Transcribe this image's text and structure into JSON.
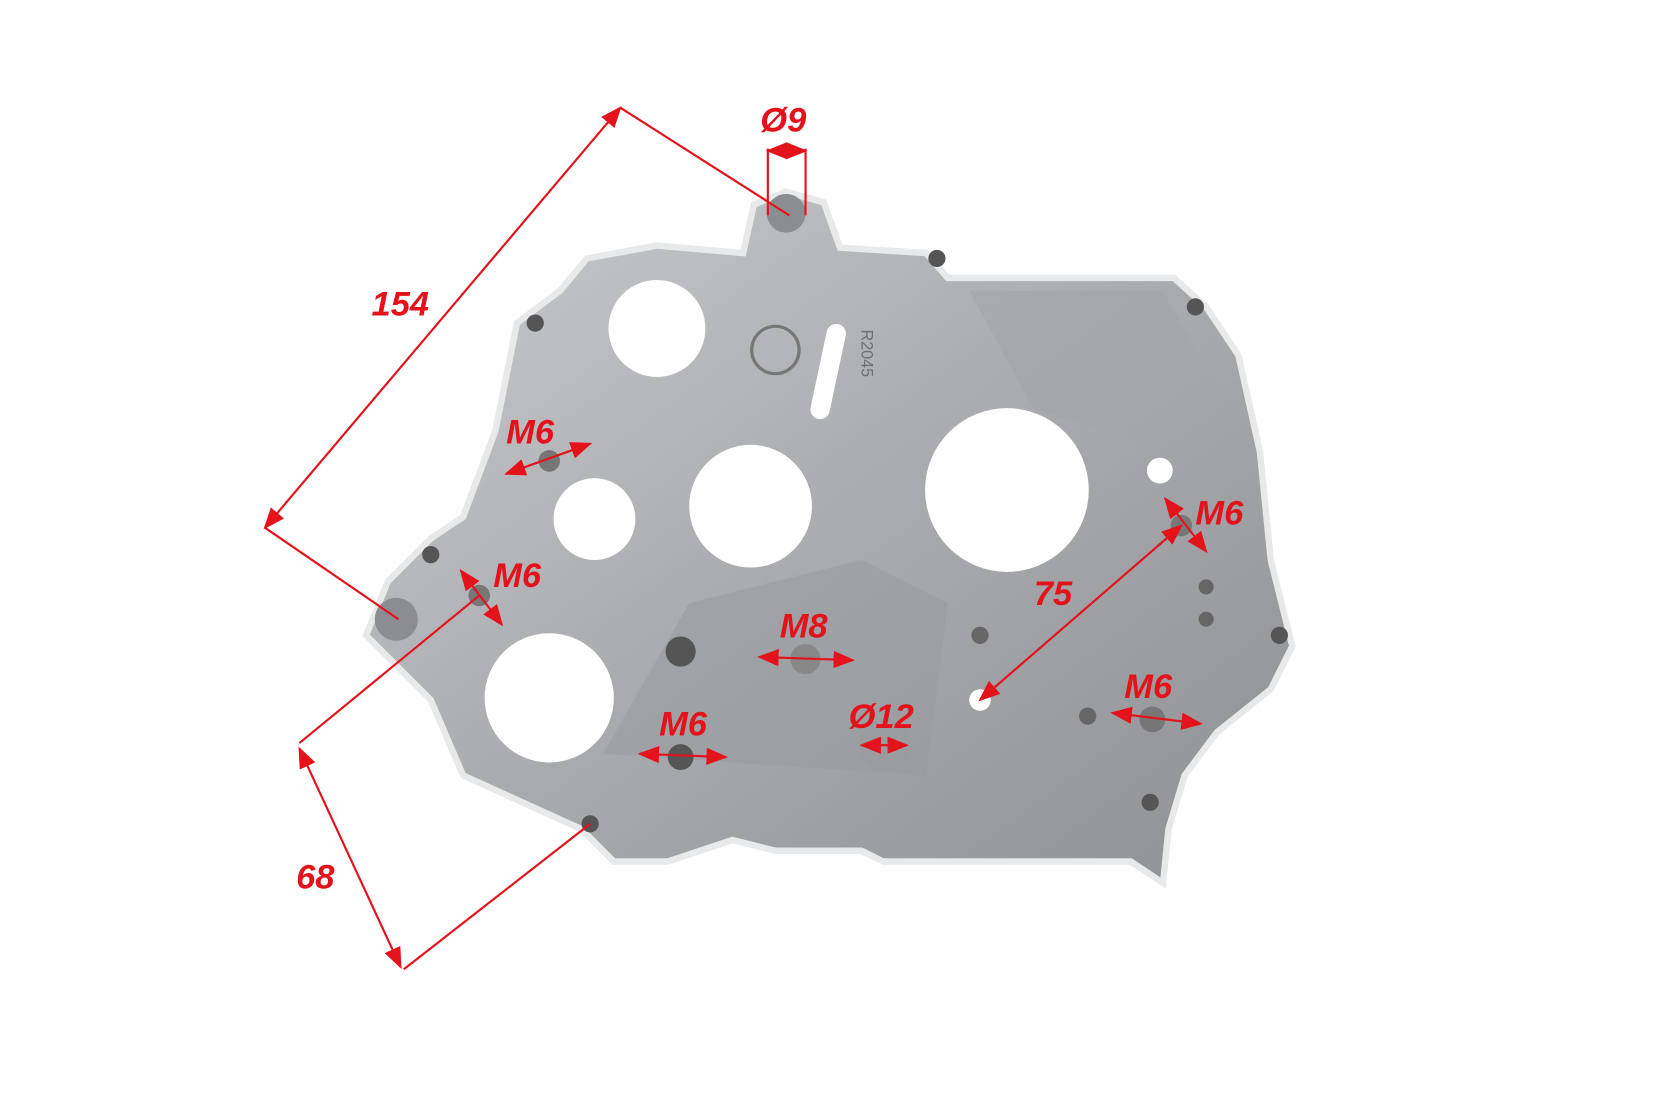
{
  "part": {
    "casting_mark": "R2045"
  },
  "annotations": {
    "bore_top": "Ø9",
    "length_diagonal": "154",
    "thread_upper_left": "M6",
    "thread_left": "M6",
    "thread_right": "M6",
    "center_distance": "75",
    "thread_center": "M8",
    "bore_bottom": "Ø12",
    "thread_bottom_left": "M6",
    "thread_bottom_right": "M6",
    "length_bottom": "68"
  },
  "colors": {
    "annotation": "#e3121b",
    "metal": "#b4b6b9",
    "background": "#ffffff"
  }
}
